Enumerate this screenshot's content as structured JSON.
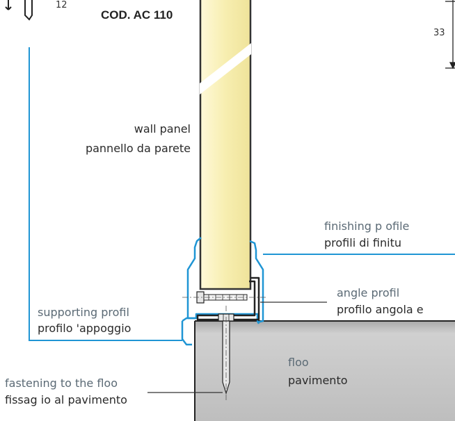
{
  "product_code": "COD. AC 110",
  "dimensions": {
    "small": "12",
    "large": "33"
  },
  "labels": {
    "wall_panel_en": "wall panel",
    "wall_panel_it": "pannello da parete",
    "finishing_en": "finishing p ofile",
    "finishing_it": "profili di finitu",
    "angle_en": "angle profil",
    "angle_it": "profilo angola e",
    "supporting_en": "supporting profil",
    "supporting_it": "profilo  'appoggio",
    "floor_en": "floo",
    "floor_it": "pavimento",
    "fastening_en": "fastening to the floo",
    "fastening_it": "fissag  io al pavimento"
  },
  "colors": {
    "panel_core": "#f8f0b6",
    "profile_blue": "#1f95d4",
    "floor_gray": "#c9c9c9",
    "outline": "#222222"
  }
}
